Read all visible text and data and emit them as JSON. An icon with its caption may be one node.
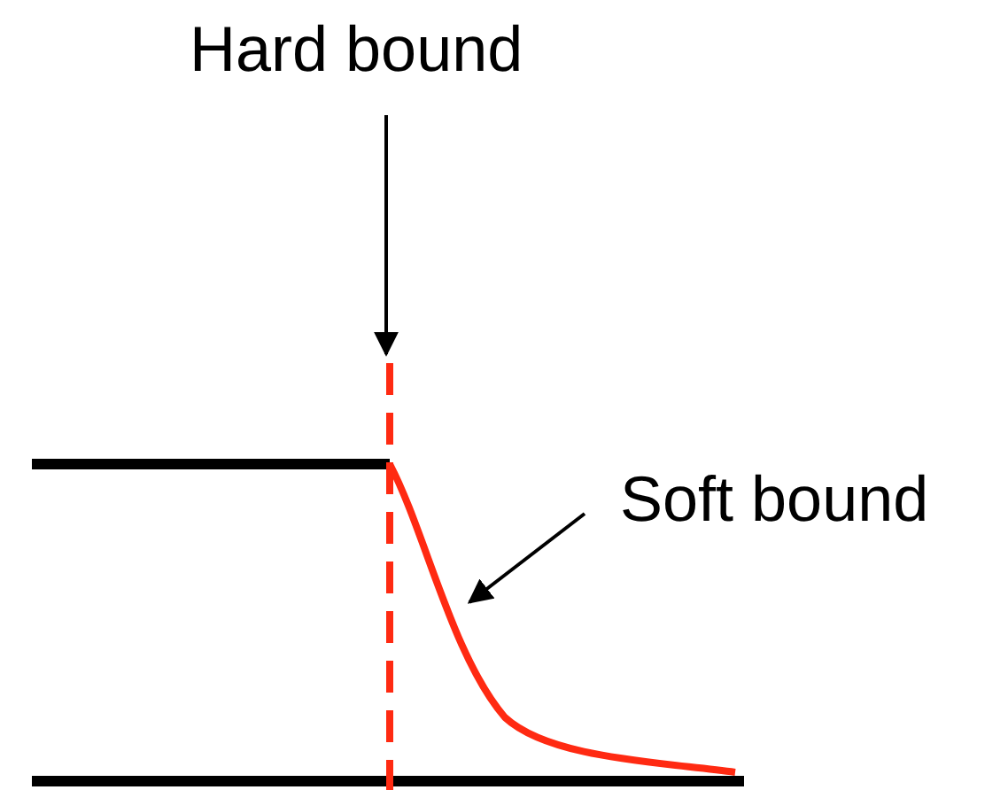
{
  "diagram": {
    "nodes": [
      {
        "text": [
          "Hard bound"
        ]
      },
      {
        "text": [],
        "shape": "line"
      },
      {
        "text": [
          "Soft bound"
        ]
      },
      {
        "text": [],
        "shape": "curve"
      }
    ],
    "edges": [
      {
        "from": 0,
        "to": 1,
        "arrow": "to"
      },
      {
        "from": 2,
        "to": 3,
        "arrow": "to"
      }
    ]
  }
}
